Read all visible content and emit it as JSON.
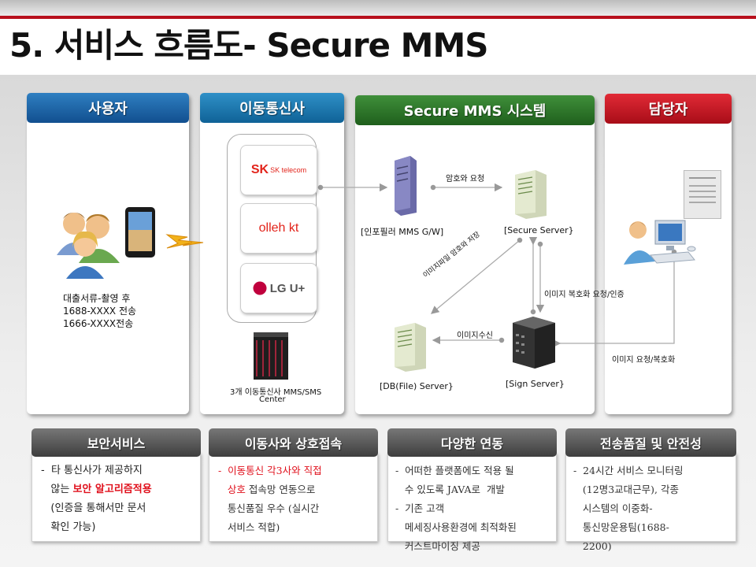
{
  "title": "5. 서비스 흐름도- Secure MMS",
  "columns": {
    "user": "사용자",
    "carrier": "이동통신사",
    "system": "Secure MMS 시스템",
    "manager": "담당자"
  },
  "user_text": [
    "대출서류-촬영 후",
    "1688-XXXX 전송",
    "1666-XXXX전송"
  ],
  "carrier_logos": [
    "SK telecom",
    "olleh kt",
    "LG U+"
  ],
  "carrier_center": [
    "3개 이동통신사 MMS/SMS",
    "Center"
  ],
  "nodes": {
    "gateway": "[인포필러 MMS G/W]",
    "secure_server": "[Secure Server}",
    "db_server": "[DB(File) Server}",
    "sign_server": "[Sign Server}"
  },
  "arrows": {
    "encrypt_request": "암호와 요청",
    "image_encrypt_store": "이미지파일 암호와 저장",
    "image_decrypt_request": "이미지 복호화 요청/인증",
    "image_receive": "이미지수신",
    "image_request_decrypt": "이미지 요청/복호화"
  },
  "bottom": [
    {
      "title": "보안서비스",
      "lines": [
        "-  타 통신사가 제공하지",
        "   않는 ",
        "보안 알고리즘적용",
        "   (인증을 통해서만 문서",
        "   확인 가능)"
      ]
    },
    {
      "title": "이동사와 상호접속",
      "lines": [
        "-  이동통신 각3사와 직접",
        "   상호",
        " 접속망 연동으로",
        "   통신품질 우수 (실시간",
        "   서비스 적합)"
      ]
    },
    {
      "title": "다양한 연동",
      "lines": [
        "-  어떠한 플랫폼에도 적용 될",
        "   수 있도록 JAVA로  개발",
        "-  기존 고객",
        "   메세징사용환경에 최적화된",
        "   커스트마이징 제공"
      ]
    },
    {
      "title": "전송품질 및 안전성",
      "lines": [
        "-  24시간 서비스 모니터링",
        "   (12명3교대근무), 각종",
        "   시스템의 이중화-",
        "   통신망운용팀(1688-",
        "   2200)"
      ]
    }
  ],
  "colors": {
    "accent_red": "#b8101d",
    "user_header": "#114f8f",
    "carrier_header": "#0f6297",
    "system_header": "#1f5f1c",
    "manager_header": "#a80d18",
    "bottom_header": "#3e3e3e",
    "highlight": "#e0101c"
  }
}
